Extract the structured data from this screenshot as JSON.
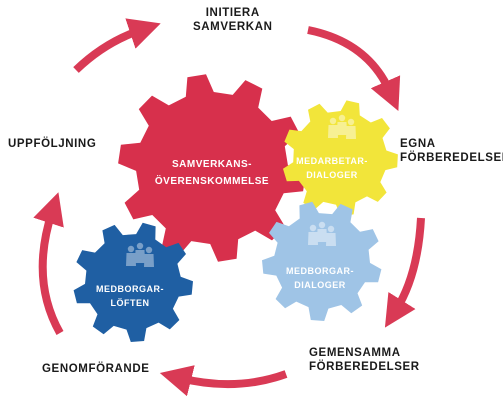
{
  "cycle_steps": {
    "initiera_line1": "INITIERA",
    "initiera_line2": "SAMVERKAN",
    "egna_line1": "EGNA",
    "egna_line2": "FÖRBEREDELSER",
    "gemensamma_line1": "GEMENSAMMA",
    "gemensamma_line2": "FÖRBEREDELSER",
    "genomforande": "GENOMFÖRANDE",
    "uppfoljning": "UPPFÖLJNING"
  },
  "gears": {
    "main_line1": "SAMVERKANS-",
    "main_line2": "ÖVERENSKOMMELSE",
    "yellow_line1": "MEDARBETAR-",
    "yellow_line2": "DIALOGER",
    "light_blue_line1": "MEDBORGAR-",
    "light_blue_line2": "DIALOGER",
    "dark_blue_line1": "MEDBORGAR-",
    "dark_blue_line2": "LÖFTEN"
  },
  "colors": {
    "arrow": "#d93a55",
    "main_gear": "#d7304c",
    "yellow_gear": "#f2e53a",
    "light_blue_gear": "#9fc4e6",
    "dark_blue_gear": "#1f5fa3"
  },
  "icons": {
    "yellow_gear": "people-icon",
    "light_blue_gear": "people-icon",
    "dark_blue_gear": "people-icon"
  }
}
